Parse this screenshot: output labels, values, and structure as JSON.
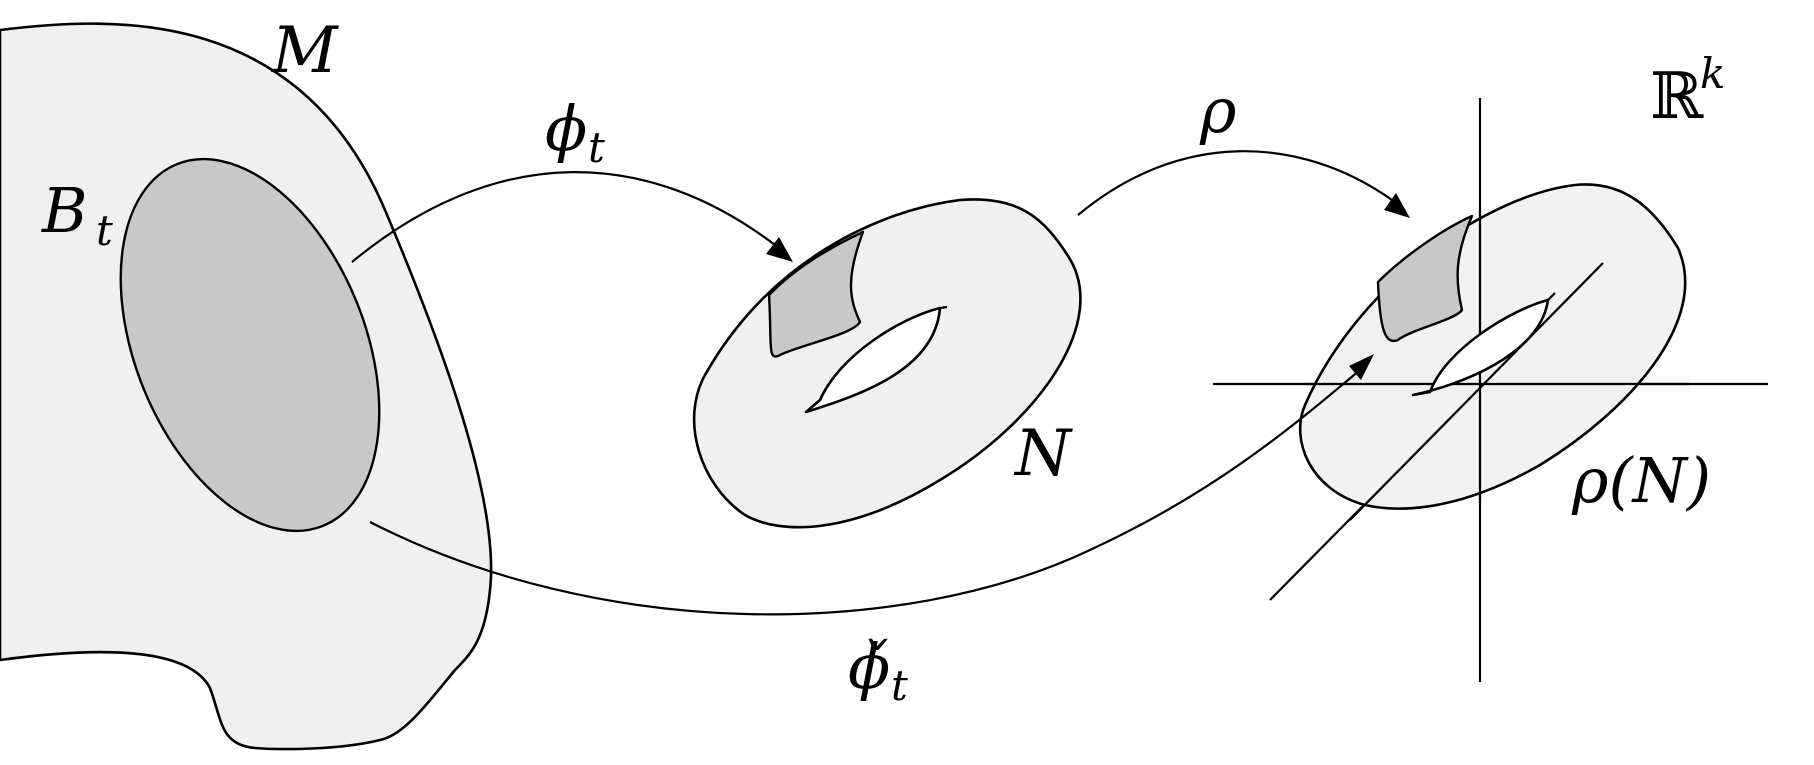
{
  "labels": {
    "manifold": "M",
    "ball": "B",
    "ball_sub": "t",
    "phi_main": "ϕ",
    "phi_sub": "t",
    "rho": "ρ",
    "torus": "N",
    "euclidean_base": "ℝ",
    "euclidean_exp": "k",
    "image_label": "ρ(N)",
    "phi_check_main": "ϕ̌",
    "phi_check_sub": "t"
  },
  "colors": {
    "light_fill": "#f0f0f0",
    "dark_fill": "#c8c8c8",
    "stroke": "#000000",
    "background": "#ffffff"
  }
}
